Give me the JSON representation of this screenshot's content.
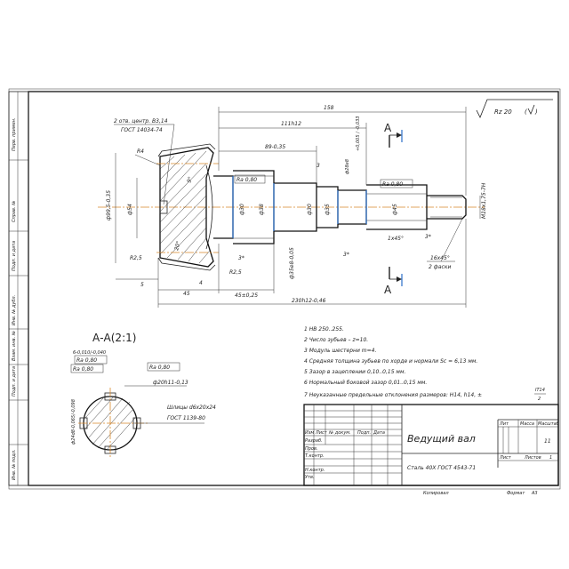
{
  "sheet": {
    "part_title": "Ведущий вал",
    "material": "Сталь 40Х ГОСТ 4543-71",
    "roughness": "Rz 20",
    "scale": "11",
    "sheet_label": "Лист",
    "sheets_label": "Листов",
    "sheets_count": "1",
    "format_label": "Формат",
    "format_value": "А3",
    "copied_label": "Копировал",
    "col_lit": "Лит",
    "col_mass": "Масса",
    "col_scale": "Масштаб"
  },
  "title_block_rows": {
    "header": [
      "Изм",
      "Лист",
      "№ докум.",
      "Подп.",
      "Дата"
    ],
    "labels": [
      "Разраб.",
      "Пров.",
      "Т.контр.",
      "",
      "Н.контр.",
      "Утв."
    ]
  },
  "left_strip": [
    "Перв. примен.",
    "Справ. №",
    "Подп. и дата",
    "Инв. № дубл.",
    "Взам. инв. №",
    "Подп. и дата",
    "Инв. № подл."
  ],
  "section": {
    "title": "А-А(2:1)",
    "ra1": "Ra 0,80",
    "ra2": "Ra 0,80",
    "ra3": "Ra 0,80",
    "dim_b": "6-0,010/-0,040",
    "dim_d20": "ф20h11-0,13",
    "dim_d24": "ф24d8-0,065/-0,098",
    "spline1": "Шлицы d6х20х24",
    "spline2": "ГОСТ 1139-80"
  },
  "notes": [
    "1  НВ 250..255.",
    "2  Число зубьев – z=10.",
    "3  Модуль шестерни m=4.",
    "4  Средняя толщина зубьев по хорде и нормали Sc = 6,13 мм.",
    "5  Зазор в зацеплении 0,10..0,15 мм.",
    "6  Нормальный боковой зазор 0,01..0,15 мм.",
    "7  Неуказанные предельные отклонения размеров: Н14, h14, ±"
  ],
  "note7_frac": [
    "IT14",
    "2"
  ],
  "main_view": {
    "dim_158": "158",
    "dim_111": "111h12",
    "dim_89": "89-0,35",
    "dim_230": "230h12-0,46",
    "dim_45": "45",
    "dim_45b": "45±0,25",
    "dim_5": "5",
    "dim_4": "4",
    "dim_16": "16x45°",
    "chamfer": "2 фаски",
    "m18": "М18х1,75-7Н",
    "centre1": "2 отв. центр. В3,14",
    "centre2": "ГОСТ 14034-74",
    "r4": "R4",
    "r25a": "R2,5",
    "r25b": "R2,5",
    "d99": "ф99,5-0,35",
    "d54": "ф54",
    "d30a": "ф30",
    "d38": "ф38",
    "d30b": "ф30",
    "d35": "ф35",
    "d45": "ф45",
    "d28": "ф28e8",
    "d35b": "ф35e8-0,05",
    "alpha": "20°",
    "angle9": "9°",
    "l3a": "3",
    "l3b": "3*",
    "l3c": "3*",
    "l3d": "3*",
    "c1": "1х45°",
    "ra_a": "Ra 0,80",
    "ra_b": "Ra 0,80",
    "cut": "А"
  }
}
